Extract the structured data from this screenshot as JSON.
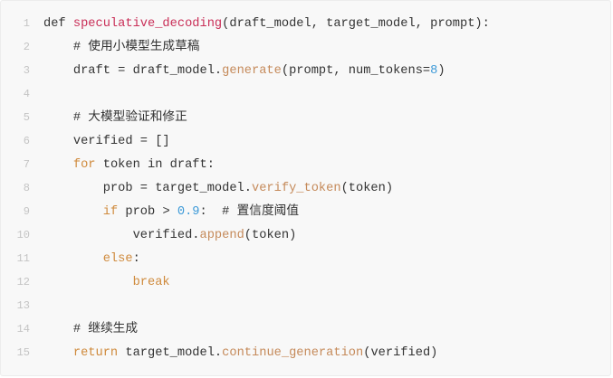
{
  "colors": {
    "function": "#c92e57",
    "method": "#c58a5a",
    "keyword": "#cf8a3c",
    "number": "#3d9ad8",
    "text": "#333333",
    "line_number": "#c4c4c4",
    "background": "#f8f8f8"
  },
  "lines": [
    {
      "n": "1",
      "tokens": [
        {
          "t": "def ",
          "c": "pl"
        },
        {
          "t": "speculative_decoding",
          "c": "fn"
        },
        {
          "t": "(draft_model, target_model, prompt):",
          "c": "pl"
        }
      ]
    },
    {
      "n": "2",
      "tokens": [
        {
          "t": "    # 使用小模型生成草稿",
          "c": "cm"
        }
      ]
    },
    {
      "n": "3",
      "tokens": [
        {
          "t": "    draft = draft_model.",
          "c": "pl"
        },
        {
          "t": "generate",
          "c": "me"
        },
        {
          "t": "(prompt, num_tokens=",
          "c": "pl"
        },
        {
          "t": "8",
          "c": "num"
        },
        {
          "t": ")",
          "c": "pl"
        }
      ]
    },
    {
      "n": "4",
      "tokens": []
    },
    {
      "n": "5",
      "tokens": [
        {
          "t": "    # 大模型验证和修正",
          "c": "cm"
        }
      ]
    },
    {
      "n": "6",
      "tokens": [
        {
          "t": "    verified = []",
          "c": "pl"
        }
      ]
    },
    {
      "n": "7",
      "tokens": [
        {
          "t": "    ",
          "c": "pl"
        },
        {
          "t": "for",
          "c": "kw"
        },
        {
          "t": " token in draft:",
          "c": "pl"
        }
      ]
    },
    {
      "n": "8",
      "tokens": [
        {
          "t": "        prob = target_model.",
          "c": "pl"
        },
        {
          "t": "verify_token",
          "c": "me"
        },
        {
          "t": "(token)",
          "c": "pl"
        }
      ]
    },
    {
      "n": "9",
      "tokens": [
        {
          "t": "        ",
          "c": "pl"
        },
        {
          "t": "if",
          "c": "kw"
        },
        {
          "t": " prob > ",
          "c": "pl"
        },
        {
          "t": "0.9",
          "c": "num"
        },
        {
          "t": ":  # 置信度阈值",
          "c": "pl"
        }
      ]
    },
    {
      "n": "10",
      "tokens": [
        {
          "t": "            verified.",
          "c": "pl"
        },
        {
          "t": "append",
          "c": "me"
        },
        {
          "t": "(token)",
          "c": "pl"
        }
      ]
    },
    {
      "n": "11",
      "tokens": [
        {
          "t": "        ",
          "c": "pl"
        },
        {
          "t": "else",
          "c": "kw"
        },
        {
          "t": ":",
          "c": "pl"
        }
      ]
    },
    {
      "n": "12",
      "tokens": [
        {
          "t": "            ",
          "c": "pl"
        },
        {
          "t": "break",
          "c": "kw"
        }
      ]
    },
    {
      "n": "13",
      "tokens": []
    },
    {
      "n": "14",
      "tokens": [
        {
          "t": "    # 继续生成",
          "c": "cm"
        }
      ]
    },
    {
      "n": "15",
      "tokens": [
        {
          "t": "    ",
          "c": "pl"
        },
        {
          "t": "return",
          "c": "kw"
        },
        {
          "t": " target_model.",
          "c": "pl"
        },
        {
          "t": "continue_generation",
          "c": "me"
        },
        {
          "t": "(verified)",
          "c": "pl"
        }
      ]
    }
  ]
}
